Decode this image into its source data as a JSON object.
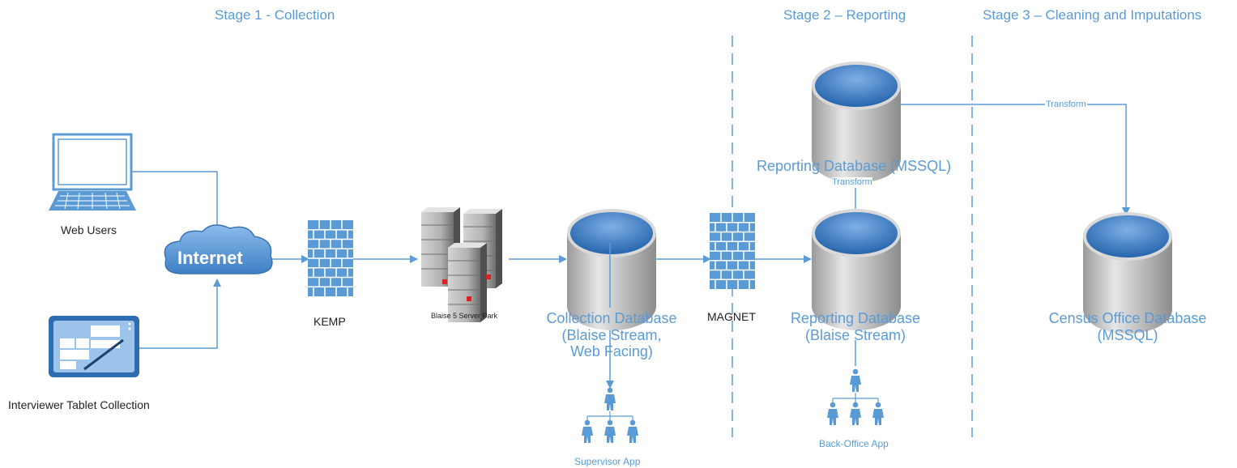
{
  "stages": {
    "stage1": "Stage 1 - Collection",
    "stage2": "Stage 2 – Reporting",
    "stage3": "Stage 3 – Cleaning and Imputations"
  },
  "nodes": {
    "web_users": "Web Users",
    "tablet": "Interviewer Tablet Collection",
    "internet": "Internet",
    "kemp": "KEMP",
    "server_park": "Blaise 5 Server Park",
    "collection_db": {
      "line1": "Collection Database",
      "line2": "(Blaise Stream,",
      "line3": "Web Facing)"
    },
    "magnet": "MAGNET",
    "reporting_db_stream": {
      "line1": "Reporting Database",
      "line2": "(Blaise Stream)"
    },
    "reporting_db_mssql": "Reporting Database (MSSQL)",
    "census_db": {
      "line1": "Census Office Database",
      "line2": "(MSSQL)"
    },
    "supervisor_app": "Supervisor App",
    "back_office_app": "Back-Office App"
  },
  "edges": {
    "transform_vertical": "Transform",
    "transform_horizontal": "Transform"
  },
  "colors": {
    "accent": "#5b9bd5",
    "db_top": "#4a86c8",
    "db_body": "#bdbdbd",
    "firewall": "#5b9bd5",
    "server": "#a8a8a8",
    "server_led": "#e02020"
  }
}
